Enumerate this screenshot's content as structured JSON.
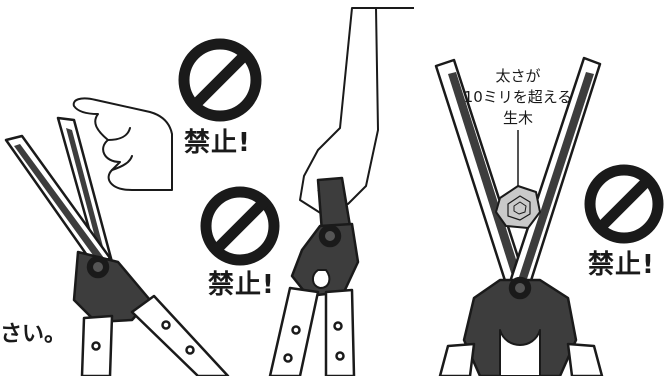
{
  "labels": {
    "prohibited_1": "禁止!",
    "prohibited_2": "禁止!",
    "prohibited_3": "禁止!",
    "callout_line1": "太さが",
    "callout_line2": "10ミリを超える",
    "callout_line3": "生木",
    "edge_text": "さい。"
  },
  "icons": {
    "prohibition": "no-entry-circle-slash-icon"
  },
  "colors": {
    "line": "#1a1a1a",
    "blade_dark": "#3d3d3d",
    "handle_light": "#ffffff",
    "branch_gray": "#c9c9c9",
    "background": "#ffffff"
  }
}
